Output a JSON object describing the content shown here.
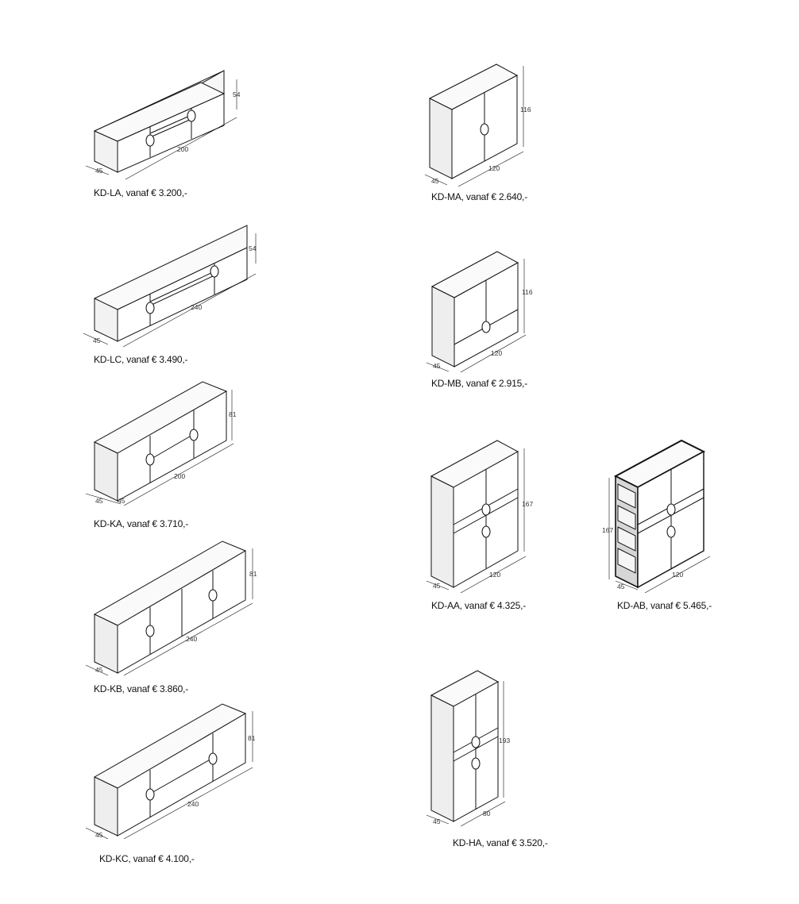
{
  "products": [
    {
      "code": "KD-LA",
      "caption": "KD-LA, vanaf € 3.200,-",
      "dims": {
        "width": "200",
        "depth": "45",
        "height": "54"
      },
      "icon": "low-sideboard-drawing"
    },
    {
      "code": "KD-LC",
      "caption": "KD-LC, vanaf € 3.490,-",
      "dims": {
        "width": "240",
        "depth": "45",
        "height": "54"
      },
      "icon": "low-sideboard-drawing"
    },
    {
      "code": "KD-KA",
      "caption": "KD-KA, vanaf € 3.710,-",
      "dims": {
        "width": "200",
        "depth": "45",
        "depth2": "45",
        "height": "81"
      },
      "icon": "sideboard-drawing"
    },
    {
      "code": "KD-KB",
      "caption": "KD-KB, vanaf € 3.860,-",
      "dims": {
        "width": "240",
        "depth": "45",
        "height": "81"
      },
      "icon": "sideboard-drawing"
    },
    {
      "code": "KD-KC",
      "caption": "KD-KC, vanaf € 4.100,-",
      "dims": {
        "width": "240",
        "depth": "45",
        "height": "81"
      },
      "icon": "sideboard-drawing"
    },
    {
      "code": "KD-MA",
      "caption": "KD-MA, vanaf € 2.640,-",
      "dims": {
        "width": "120",
        "depth": "45",
        "height": "116"
      },
      "icon": "cabinet-drawing"
    },
    {
      "code": "KD-MB",
      "caption": "KD-MB, vanaf € 2.915,-",
      "dims": {
        "width": "120",
        "depth": "45",
        "height": "116"
      },
      "icon": "cabinet-drawing"
    },
    {
      "code": "KD-AA",
      "caption": "KD-AA, vanaf € 4.325,-",
      "dims": {
        "width": "120",
        "depth": "45",
        "height": "167"
      },
      "icon": "tall-cabinet-drawing"
    },
    {
      "code": "KD-AB",
      "caption": "KD-AB, vanaf € 5.465,-",
      "dims": {
        "width": "120",
        "depth": "45",
        "height": "167"
      },
      "icon": "tall-cabinet-open-side-drawing"
    },
    {
      "code": "KD-HA",
      "caption": "KD-HA, vanaf € 3.520,-",
      "dims": {
        "width": "80",
        "depth": "45",
        "height": "193"
      },
      "icon": "column-cabinet-drawing"
    }
  ]
}
